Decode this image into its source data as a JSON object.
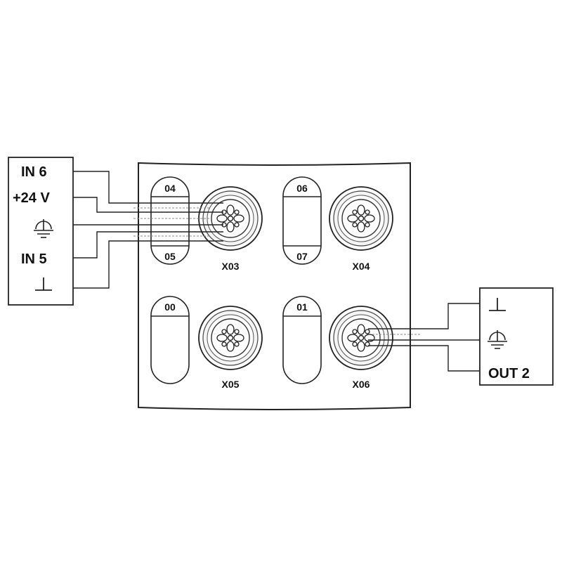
{
  "input_block": {
    "labels": [
      "IN 6",
      "+24 V",
      "IN 5"
    ],
    "symbols": [
      "protective-earth-icon",
      "ground-icon"
    ]
  },
  "output_block": {
    "labels": [
      "OUT 2"
    ],
    "symbols": [
      "ground-icon",
      "protective-earth-icon"
    ]
  },
  "module": {
    "status_labels": {
      "top_left_upper": "04",
      "top_left_lower": "05",
      "top_right_upper": "06",
      "top_right_lower": "07",
      "bottom_left": "00",
      "bottom_right": "01"
    },
    "connectors": {
      "x03": "X03",
      "x04": "X04",
      "x05": "X05",
      "x06": "X06"
    }
  },
  "colors": {
    "line": "#222222",
    "background": "#ffffff"
  }
}
